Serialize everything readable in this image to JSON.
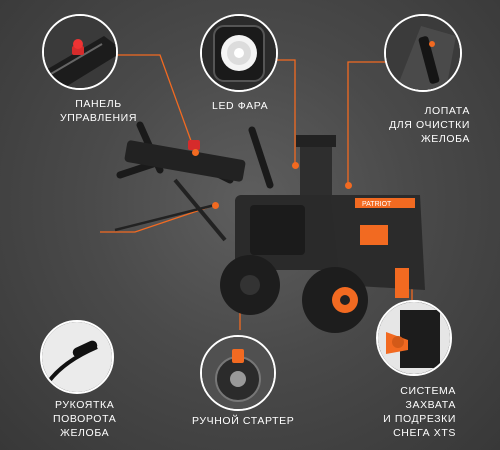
{
  "colors": {
    "accent": "#f26a21",
    "background": "#4a4a4a",
    "text": "#ffffff"
  },
  "callouts": {
    "panel": {
      "label": "ПАНЕЛЬ\nУПРАВЛЕНИЯ"
    },
    "led": {
      "label": "LED ФАРА"
    },
    "chute_shovel": {
      "label": "ЛОПАТА\nДЛЯ ОЧИСТКИ\nЖЕЛОБА"
    },
    "chute_handle": {
      "label": "РУКОЯТКА\nПОВОРОТА\nЖЕЛОБА"
    },
    "starter": {
      "label": "РУЧНОЙ СТАРТЕР"
    },
    "xts": {
      "label": "СИСТЕМА\nЗАХВАТА\nИ ПОДРЕЗКИ\nСНЕГА XTS"
    }
  },
  "product": {
    "brand_text": "PATRIOT"
  }
}
